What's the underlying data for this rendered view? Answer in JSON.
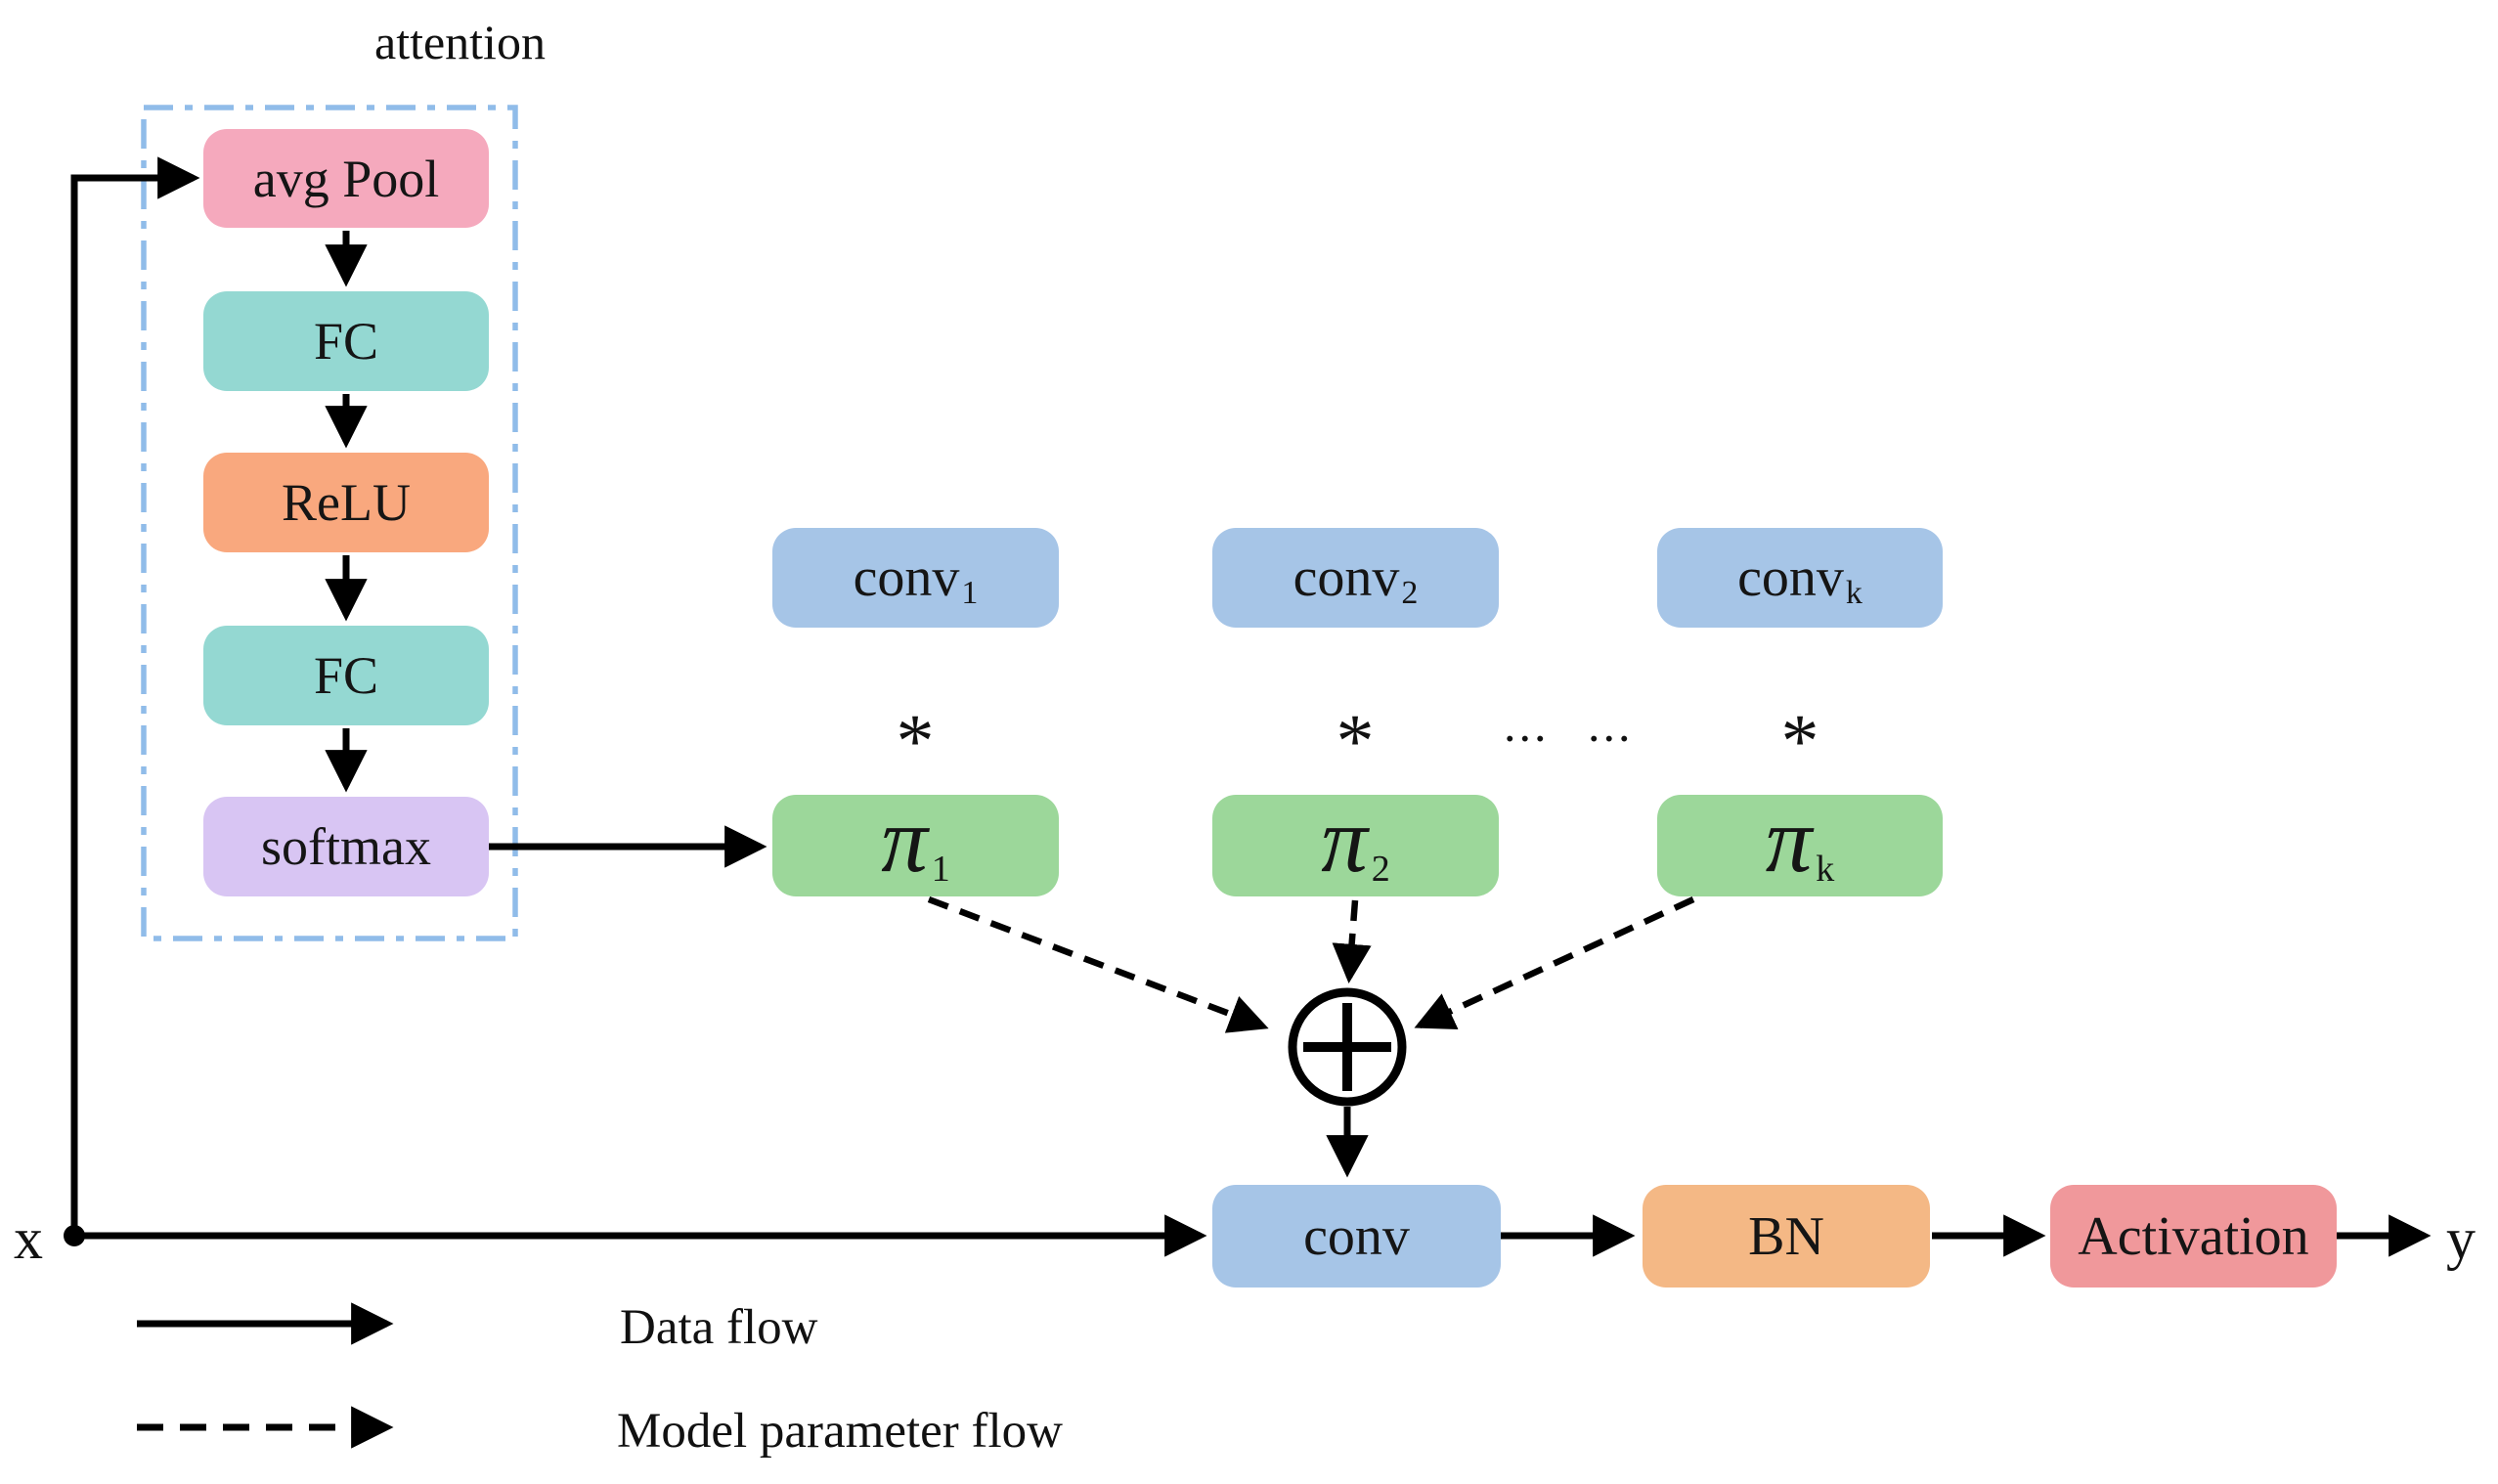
{
  "palette": {
    "pink": "#F5A9BD",
    "teal": "#94D8D2",
    "orange": "#F9A87E",
    "lavender": "#D8C5F3",
    "blue": "#A6C5E7",
    "green": "#9CD79A",
    "bn_orange": "#F4B885",
    "activation_red": "#F0989B",
    "attention_border": "#90BCE9",
    "wire": "#000000"
  },
  "attention": {
    "title": "attention",
    "blocks": {
      "avg_pool": "avg Pool",
      "fc1": "FC",
      "relu": "ReLU",
      "fc2": "FC",
      "softmax": "softmax"
    }
  },
  "kernels": {
    "columns": [
      {
        "conv_base": "conv",
        "conv_sub": "1",
        "multiply": "*",
        "weight_base": "π",
        "weight_sub": "1"
      },
      {
        "conv_base": "conv",
        "conv_sub": "2",
        "multiply": "*",
        "weight_base": "π",
        "weight_sub": "2"
      },
      {
        "conv_base": "conv",
        "conv_sub": "k",
        "multiply": "*",
        "weight_base": "π",
        "weight_sub": "k"
      }
    ],
    "ellipsis": "... ...",
    "sum_symbol": "+"
  },
  "pipeline": {
    "conv": "conv",
    "bn": "BN",
    "activation": "Activation"
  },
  "io": {
    "input": "x",
    "output": "y"
  },
  "legend": {
    "data_flow": "Data flow",
    "model_parameter_flow": "Model parameter flow"
  }
}
